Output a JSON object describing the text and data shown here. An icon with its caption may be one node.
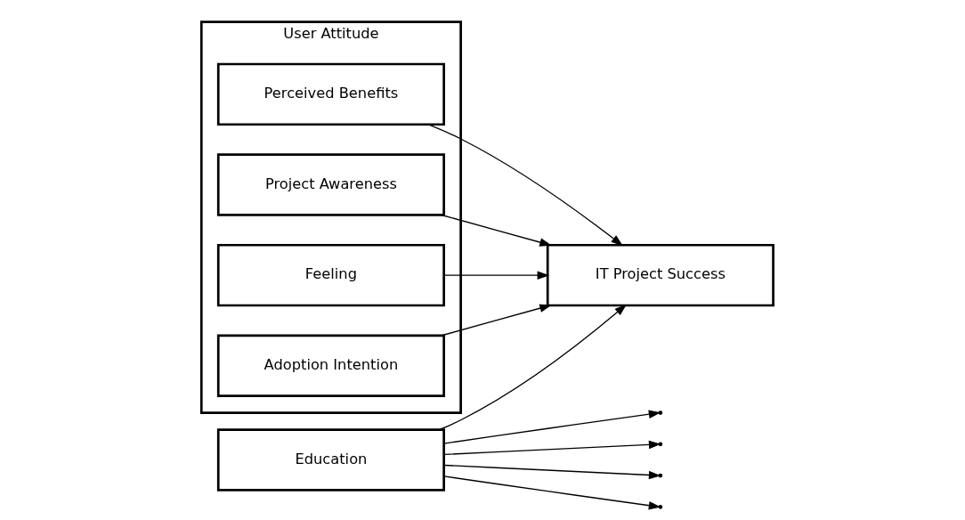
{
  "diagram": {
    "nodes": [
      {
        "text": [
          "User Attitude"
        ]
      },
      {
        "text": [
          "Perceived Benefits"
        ],
        "in": 0
      },
      {
        "text": [
          "Project Awareness"
        ],
        "in": 0
      },
      {
        "text": [
          "Feeling"
        ],
        "in": 0
      },
      {
        "text": [
          "Adoption Intention"
        ],
        "in": 0
      },
      {
        "text": [
          "IT Project Success"
        ]
      },
      {
        "text": [
          "Education"
        ]
      }
    ],
    "edges": [
      {
        "from": 1,
        "to": 5,
        "arrow": "to"
      },
      {
        "from": 2,
        "to": 5,
        "arrow": "to"
      },
      {
        "from": 3,
        "to": 5,
        "arrow": "to"
      },
      {
        "from": 4,
        "to": 5,
        "arrow": "to"
      },
      {
        "from": 6,
        "to": null,
        "arrow": "to"
      },
      {
        "from": 6,
        "to": null,
        "arrow": "to"
      },
      {
        "from": 6,
        "to": null,
        "arrow": "to"
      },
      {
        "from": 6,
        "to": null,
        "arrow": "to"
      },
      {
        "from": 6,
        "to": 5,
        "arrow": "to"
      }
    ]
  }
}
